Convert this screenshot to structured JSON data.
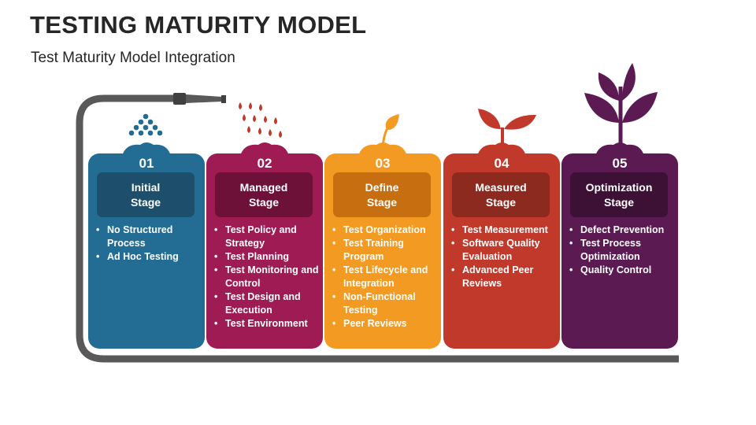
{
  "page": {
    "title": "TESTING MATURITY MODEL",
    "subtitle": "Test Maturity Model Integration"
  },
  "stages": [
    {
      "number": "01",
      "name": "Initial\nStage",
      "color": "#236c94",
      "dark": "#1d4e6b",
      "items": [
        "No Structured Process",
        "Ad Hoc Testing"
      ]
    },
    {
      "number": "02",
      "name": "Managed\nStage",
      "color": "#9e1b53",
      "dark": "#6e1139",
      "items": [
        "Test Policy and Strategy",
        "Test Planning",
        "Test Monitoring and Control",
        "Test Design and Execution",
        "Test Environment"
      ]
    },
    {
      "number": "03",
      "name": "Define\nStage",
      "color": "#f29a22",
      "dark": "#c66e10",
      "items": [
        "Test Organization",
        "Test Training Program",
        "Test Lifecycle and Integration",
        "Non-Functional Testing",
        "Peer Reviews"
      ]
    },
    {
      "number": "04",
      "name": "Measured\nStage",
      "color": "#c0392b",
      "dark": "#8c2a20",
      "items": [
        "Test Measurement",
        "Software Quality Evaluation",
        "Advanced Peer Reviews"
      ]
    },
    {
      "number": "05",
      "name": "Optimization\nStage",
      "color": "#5b1a52",
      "dark": "#3d1036",
      "items": [
        "Defect Prevention",
        "Test Process Optimization",
        "Quality Control"
      ]
    }
  ],
  "colors": {
    "hose": "#595959",
    "water_blue": "#236c94",
    "water_red": "#c0392b",
    "sprout": "#f29a22",
    "plant_red": "#c0392b",
    "plant_purple": "#5b1a52"
  },
  "icons": [
    "hose-nozzle-icon",
    "water-drops-icon",
    "sprout-icon",
    "plant-icon"
  ]
}
